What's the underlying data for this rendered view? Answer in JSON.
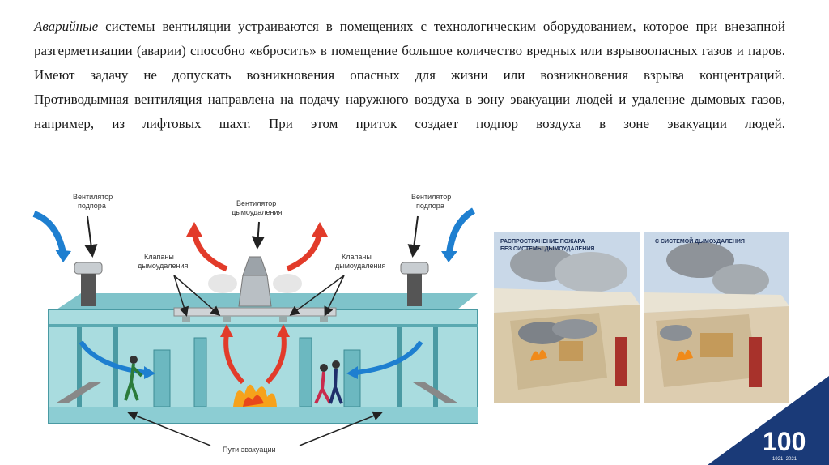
{
  "text": {
    "p1_italic": "Аварийные",
    "p1_rest": " системы вентиляции устраиваются в помещениях с технологическим оборудованием, которое при внезапной разгерметизации (аварии) способно «вбросить» в помещение большое количество вредных или взрывоопасных газов и паров. Имеют задачу не допускать возникновения опасных для жизни или возникновения взрыва концентраций.",
    "p2": "Противодымная вентиляция направлена на подачу наружного воздуха в зону эвакуации людей и удаление дымовых газов, например, из лифтовых шахт. При этом приток создает подпор воздуха в зоне эвакуации людей."
  },
  "diagram": {
    "fan_left_1": "Вентилятор",
    "fan_left_2": "подпора",
    "fan_right_1": "Вентилятор",
    "fan_right_2": "подпора",
    "smoke_fan_1": "Вентилятор",
    "smoke_fan_2": "дымоудаления",
    "valves_left_1": "Клапаны",
    "valves_left_2": "дымоудаления",
    "valves_right_1": "Клапаны",
    "valves_right_2": "дымоудаления",
    "evac": "Пути эвакуации"
  },
  "photo_left": {
    "line1": "РАСПРОСТРАНЕНИЕ ПОЖАРА",
    "line2": "БЕЗ СИСТЕМЫ ДЫМОУДАЛЕНИЯ"
  },
  "photo_right": {
    "line1": "С СИСТЕМОЙ ДЫМОУДАЛЕНИЯ"
  },
  "logo": {
    "number": "100",
    "years": "1921–2021"
  },
  "colors": {
    "accent": "#1a3a78",
    "room": "#a9dcdf",
    "fire": "#e8471b"
  }
}
